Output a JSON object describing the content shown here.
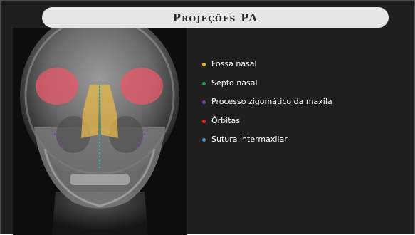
{
  "slide": {
    "title": "Projeções PA"
  },
  "image": {
    "icon": "skull-xray-pa-image",
    "overlays": {
      "orbits_color": "#e85a6a",
      "nasal_fossa_color": "#e6b84a",
      "septum_color": "#27b04a",
      "zygomatic_color": "#8a3fb0",
      "suture_color": "#3fa8d8"
    }
  },
  "legend": {
    "items": [
      {
        "label": "Fossa nasal",
        "color": "#f0b400"
      },
      {
        "label": "Septo nasal",
        "color": "#1faa4a"
      },
      {
        "label": "Processo zigomático da maxila",
        "color": "#7a3fb0"
      },
      {
        "label": "Órbitas",
        "color": "#ff2020"
      },
      {
        "label": "Sutura intermaxilar",
        "color": "#3a9ad8"
      }
    ]
  }
}
